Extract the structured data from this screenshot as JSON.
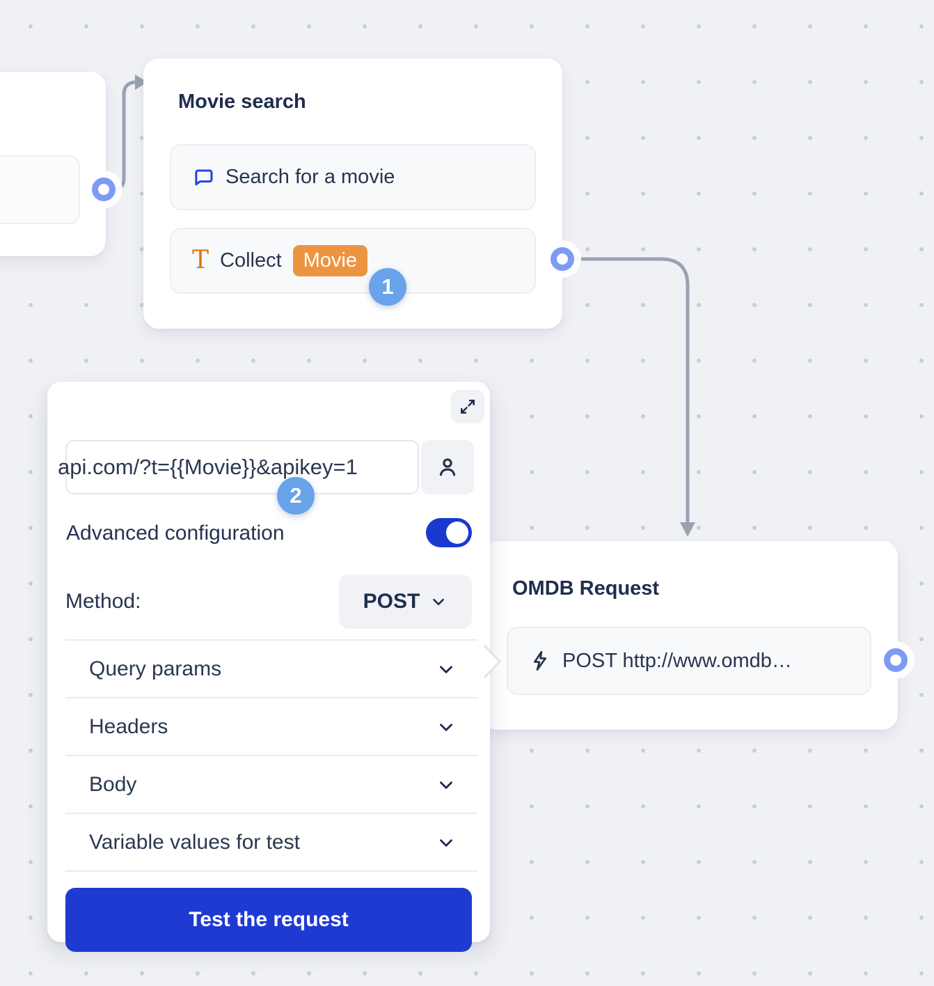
{
  "app": {
    "background": "#f0f1f5",
    "dot_color": "#c6ccdc",
    "accent_blue": "#1b38cf",
    "port_blue": "#7d9bf5",
    "badge_blue": "#69a3e9",
    "chip_orange": "#ec9540",
    "text_dark": "#1f2d4e"
  },
  "nodes": {
    "movie_search": {
      "title": "Movie search",
      "rows": [
        {
          "icon": "chat-bubble-icon",
          "label": "Search for a movie"
        },
        {
          "icon": "text-input-icon",
          "icon_glyph": "T",
          "label": "Collect",
          "variable_chip": "Movie"
        }
      ]
    },
    "omdb_request": {
      "title": "OMDB Request",
      "rows": [
        {
          "icon": "lightning-icon",
          "label": "POST http://www.omdb…"
        }
      ]
    }
  },
  "panel": {
    "url_input": {
      "value": "api.com/?t={{Movie}}&apikey=1"
    },
    "advanced_configuration_label": "Advanced configuration",
    "advanced_configuration_on": true,
    "method_label": "Method:",
    "method_value": "POST",
    "sections": [
      {
        "label": "Query params"
      },
      {
        "label": "Headers"
      },
      {
        "label": "Body"
      },
      {
        "label": "Variable values for test"
      }
    ],
    "test_button_label": "Test the request"
  },
  "annotations": {
    "step1": "1",
    "step2": "2"
  }
}
